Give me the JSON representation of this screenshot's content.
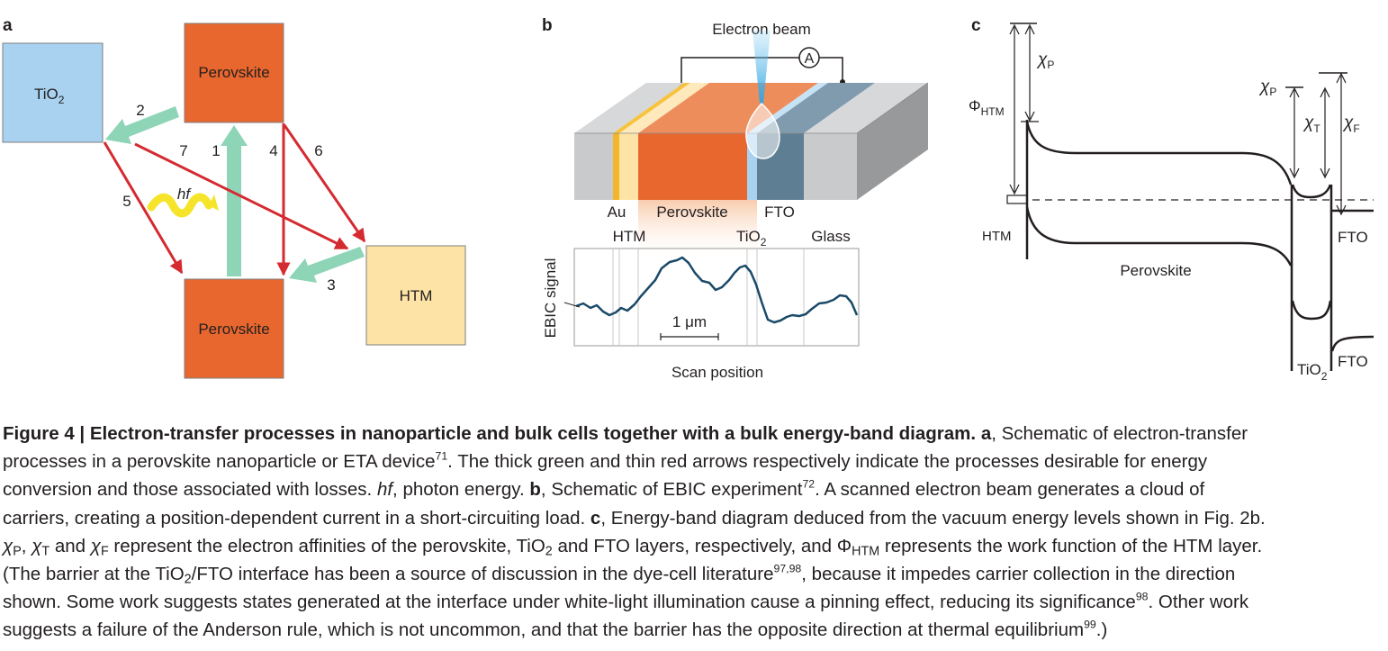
{
  "panels": {
    "a": {
      "letter": "a",
      "boxes": {
        "tio2": "TiO",
        "tio2_sub": "2",
        "perovskite_top": "Perovskite",
        "perovskite_bottom": "Perovskite",
        "htm": "HTM"
      },
      "arrow_labels": [
        "1",
        "2",
        "3",
        "4",
        "5",
        "6",
        "7"
      ],
      "photon": "hf",
      "colors": {
        "tio2": "#a8d2f0",
        "perovskite": "#e8672e",
        "htm": "#fde3a5",
        "desirable_arrow": "#8ed4b7",
        "loss_arrow": "#d42a30",
        "photon": "#f5e42a"
      }
    },
    "b": {
      "letter": "b",
      "electron_beam": "Electron beam",
      "ammeter": "A",
      "layer_labels": {
        "au": "Au",
        "perovskite": "Perovskite",
        "fto": "FTO",
        "htm": "HTM",
        "tio2": "TiO",
        "tio2_sub": "2",
        "glass": "Glass"
      },
      "y_axis": "EBIC signal",
      "scale": "1 μm",
      "x_axis": "Scan position",
      "colors": {
        "au": "#f2b52c",
        "htm": "#fde3a5",
        "perovskite": "#e8672e",
        "tio2": "#a8d2f0",
        "fto": "#5e7f93",
        "glass": "#c9cacb",
        "signal": "#1a4a68"
      }
    },
    "c": {
      "letter": "c",
      "labels": {
        "chi": "χ",
        "p": "P",
        "t": "T",
        "f": "F",
        "phi": "Φ",
        "htm_sub": "HTM",
        "htm": "HTM",
        "perovskite": "Perovskite",
        "fto_right": "FTO",
        "tio2_bottom": "TiO",
        "tio2_sub": "2",
        "fto_bottom": "FTO"
      }
    }
  },
  "caption": {
    "bold_lead": "Figure 4 | Electron-transfer processes in nanoparticle and bulk cells together with a bulk energy-band diagram.",
    "a_letter": "a",
    "a_text_1": ", Schematic of electron-transfer",
    "a_text_2": "processes in a perovskite nanoparticle or ETA device",
    "ref_71": "71",
    "a_text_3": ". The thick green and thin red arrows respectively indicate the processes desirable for energy",
    "a_text_4": "conversion and those associated with losses. ",
    "hf": "hf",
    "a_text_5": ", photon energy. ",
    "b_letter": "b",
    "b_text_1": ", Schematic of EBIC experiment",
    "ref_72": "72",
    "b_text_2": ". A scanned electron beam generates a cloud of",
    "b_text_3": "carriers, creating a position-dependent current in a short-circuiting load. ",
    "c_letter": "c",
    "c_text_1": ", Energy-band diagram deduced from the vacuum energy levels shown in Fig. 2b.",
    "chi_p": "χ",
    "sub_p": "P",
    "comma": ",",
    "chi_t": "χ",
    "sub_t": "T",
    "and_1": " and ",
    "chi_f": "χ",
    "sub_f": "F",
    "c_text_2": " represent the electron affinities of the perovskite, TiO",
    "sub_2a": "2",
    "c_text_3": " and FTO layers, respectively, and ",
    "phi": "Φ",
    "sub_htm": "HTM",
    "c_text_4": " represents the work function of the HTM layer.",
    "c_text_5": "(The barrier at the TiO",
    "sub_2b": "2",
    "c_text_6": "/FTO interface has been a source of discussion in the dye-cell literature",
    "ref_9798": "97,98",
    "c_text_7": ", because it impedes carrier collection in the direction",
    "c_text_8": "shown. Some work suggests states generated at the interface under white-light illumination cause a pinning effect, reducing its significance",
    "ref_98": "98",
    "c_text_9": ". Other work",
    "c_text_10": "suggests a failure of the Anderson rule, which is not uncommon, and that the barrier has the opposite direction at thermal equilibrium",
    "ref_99": "99",
    "c_text_11": ".)"
  }
}
